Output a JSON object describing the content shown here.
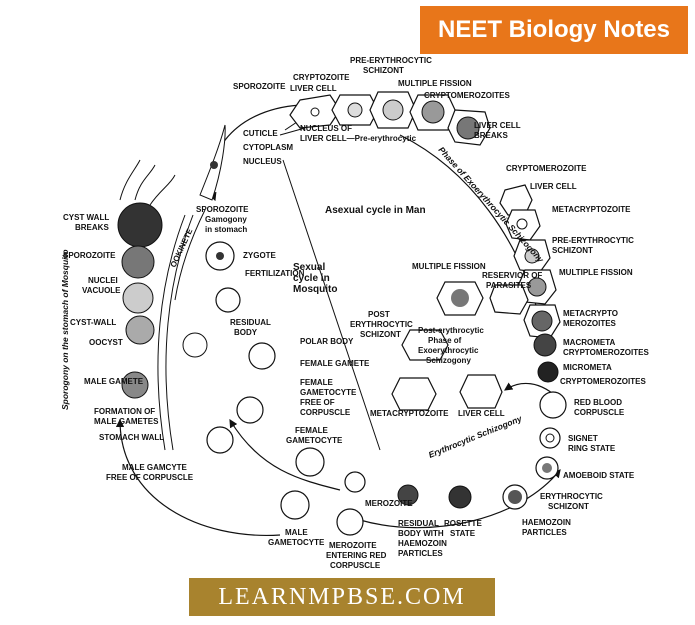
{
  "banner": "NEET Biology Notes",
  "footer": "LEARNMPBSE.COM",
  "titles": {
    "asexual": "Asexual cycle in Man",
    "sexual": [
      "Sexual",
      "cycle in",
      "Mosquito"
    ],
    "post": [
      "Post-erythrocytic",
      "Phase of",
      "Exoerythrocytic",
      "Schizogony"
    ],
    "exo": "Phase of Exoerythrocytic Schizogony",
    "erythro": "Erythrocytic Schizogony",
    "sporogony": "Sporogony on the stomach of Mosquito"
  },
  "labels": {
    "sporozoite_top": "SPOROZOITE",
    "cryptozoite": "CRYPTOZOITE",
    "liver_cell_top": "LIVER CELL",
    "pre_ery_schizont": [
      "PRE-ERYTHROCYTIC",
      "SCHIZONT"
    ],
    "multiple_fission_top": "MULTIPLE FISSION",
    "cryptomerozoites_top": "CRYPTOMEROZOITES",
    "liver_cell_breaks": [
      "LIVER CELL",
      "BREAKS"
    ],
    "cuticle": "CUTICLE",
    "cytoplasm": "CYTOPLASM",
    "nucleus": "NUCLEUS",
    "nucleus_liver": [
      "NUCLEUS OF",
      "LIVER CELL—Pre-erythrocytic"
    ],
    "cryptomerozoite_r": "CRYPTOMEROZOITE",
    "liver_cell_r": "LIVER CELL",
    "metacryptozoite": "METACRYPTOZOITE",
    "pre_ery_schizont_r": [
      "PRE-ERYTHROCYTIC",
      "SCHIZONT"
    ],
    "multiple_fission_r": "MULTIPLE FISSION",
    "metacrypto_merozoites": [
      "METACRYPTO",
      "MEROZOITES"
    ],
    "macrometa": [
      "MACROMETA",
      "CRYPTOMEROZOITES"
    ],
    "micrometa": "MICROMETA",
    "cryptomerozoites_r": "CRYPTOMEROZOITES",
    "rbc": [
      "RED BLOOD",
      "CORPUSCLE"
    ],
    "signet": [
      "SIGNET",
      "RING STATE"
    ],
    "amoeboid": "AMOEBOID STATE",
    "ery_schizont": [
      "ERYTHROCYTIC",
      "SCHIZONT"
    ],
    "haemozoin": [
      "HAEMOZOIN",
      "PARTICLES"
    ],
    "rosette": [
      "ROSETTE",
      "STATE"
    ],
    "residual_haemozoin": [
      "RESIDUAL",
      "BODY WITH",
      "HAEMOZOIN",
      "PARTICLES"
    ],
    "merozoite": "MEROZOITE",
    "merozoite_entering": [
      "MEROZOITE",
      "ENTERING RED",
      "CORPUSCLE"
    ],
    "male_gametocyte": [
      "MALE",
      "GAMETOCYTE"
    ],
    "female_gametocyte": [
      "FEMALE",
      "GAMETOCYTE"
    ],
    "male_gamcyte_free": [
      "MALE GAMCYTE",
      "FREE OF CORPUSCLE"
    ],
    "female_gametocyte_free": [
      "FEMALE",
      "GAMETOCYTE",
      "FREE OF",
      "CORPUSCLE"
    ],
    "female_gamete": "FEMALE GAMETE",
    "polar_body": "POLAR BODY",
    "residual_body": [
      "RESIDUAL",
      "BODY"
    ],
    "fertilization": "FERTILIZATION",
    "zygote": "ZYGOTE",
    "sporozoite_gamogony": [
      "SPOROZOITE",
      "Gamogony",
      "in stomach"
    ],
    "ookinete": "OOKINETE",
    "cyst_wall_breaks": [
      "CYST WALL",
      "BREAKS"
    ],
    "sporozoite_l": "SPOROZOITE",
    "nuclei_vacuole": [
      "NUCLEI",
      "VACUOLE"
    ],
    "cyst_wall": "CYST-WALL",
    "oocyst": "OOCYST",
    "male_gamete": "MALE GAMETE",
    "formation_male": [
      "FORMATION OF",
      "MALE GAMETES"
    ],
    "stomach_wall": "STOMACH WALL",
    "multiple_fission_c": "MULTIPLE FISSION",
    "reservoir": [
      "RESERVIOR OF",
      "PARASITES"
    ],
    "post_ery_schizont": [
      "POST",
      "ERYTHROCYTIC",
      "SCHIZONT"
    ],
    "metacryptozoite_b": "METACRYPTOZOITE",
    "liver_cell_b": "LIVER CELL"
  }
}
